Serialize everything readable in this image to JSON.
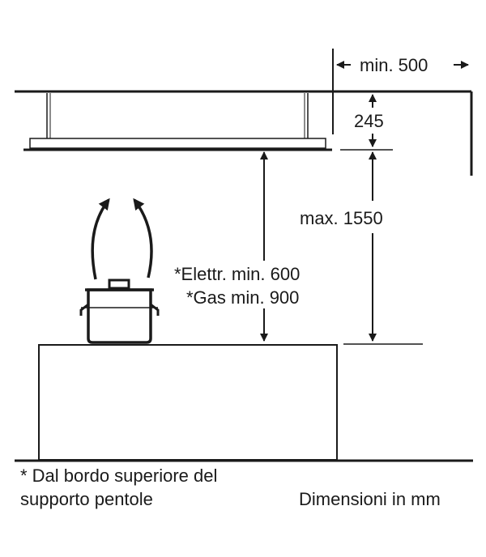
{
  "dimensions": {
    "min_500": "min. 500",
    "v_245": "245",
    "max_1550": "max. 1550",
    "elec_min": "*Elettr. min. 600",
    "gas_min": "*Gas min. 900"
  },
  "footnote": {
    "line1": "* Dal bordo superiore del",
    "line2": "supporto pentole"
  },
  "units_note": "Dimensioni in mm"
}
